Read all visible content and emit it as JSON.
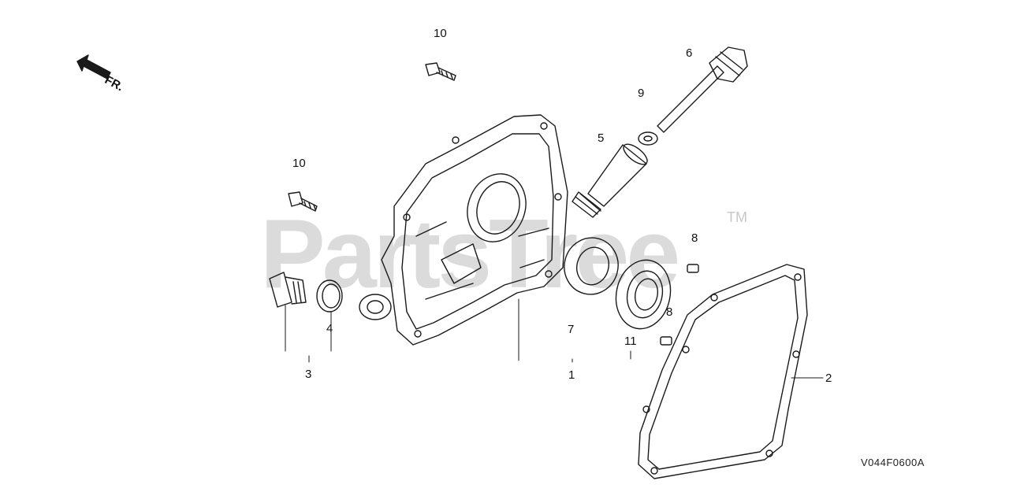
{
  "watermark": {
    "text": "PartsTree",
    "trademark": "TM"
  },
  "direction": {
    "label": "FR."
  },
  "diagram_code": "V044F0600A",
  "callouts": [
    {
      "id": "c10a",
      "number": "10"
    },
    {
      "id": "c6",
      "number": "6"
    },
    {
      "id": "c9",
      "number": "9"
    },
    {
      "id": "c5",
      "number": "5"
    },
    {
      "id": "c10b",
      "number": "10"
    },
    {
      "id": "c8a",
      "number": "8"
    },
    {
      "id": "c8b",
      "number": "8"
    },
    {
      "id": "c4",
      "number": "4"
    },
    {
      "id": "c3",
      "number": "3"
    },
    {
      "id": "c7",
      "number": "7"
    },
    {
      "id": "c1",
      "number": "1"
    },
    {
      "id": "c11",
      "number": "11"
    },
    {
      "id": "c2",
      "number": "2"
    }
  ]
}
